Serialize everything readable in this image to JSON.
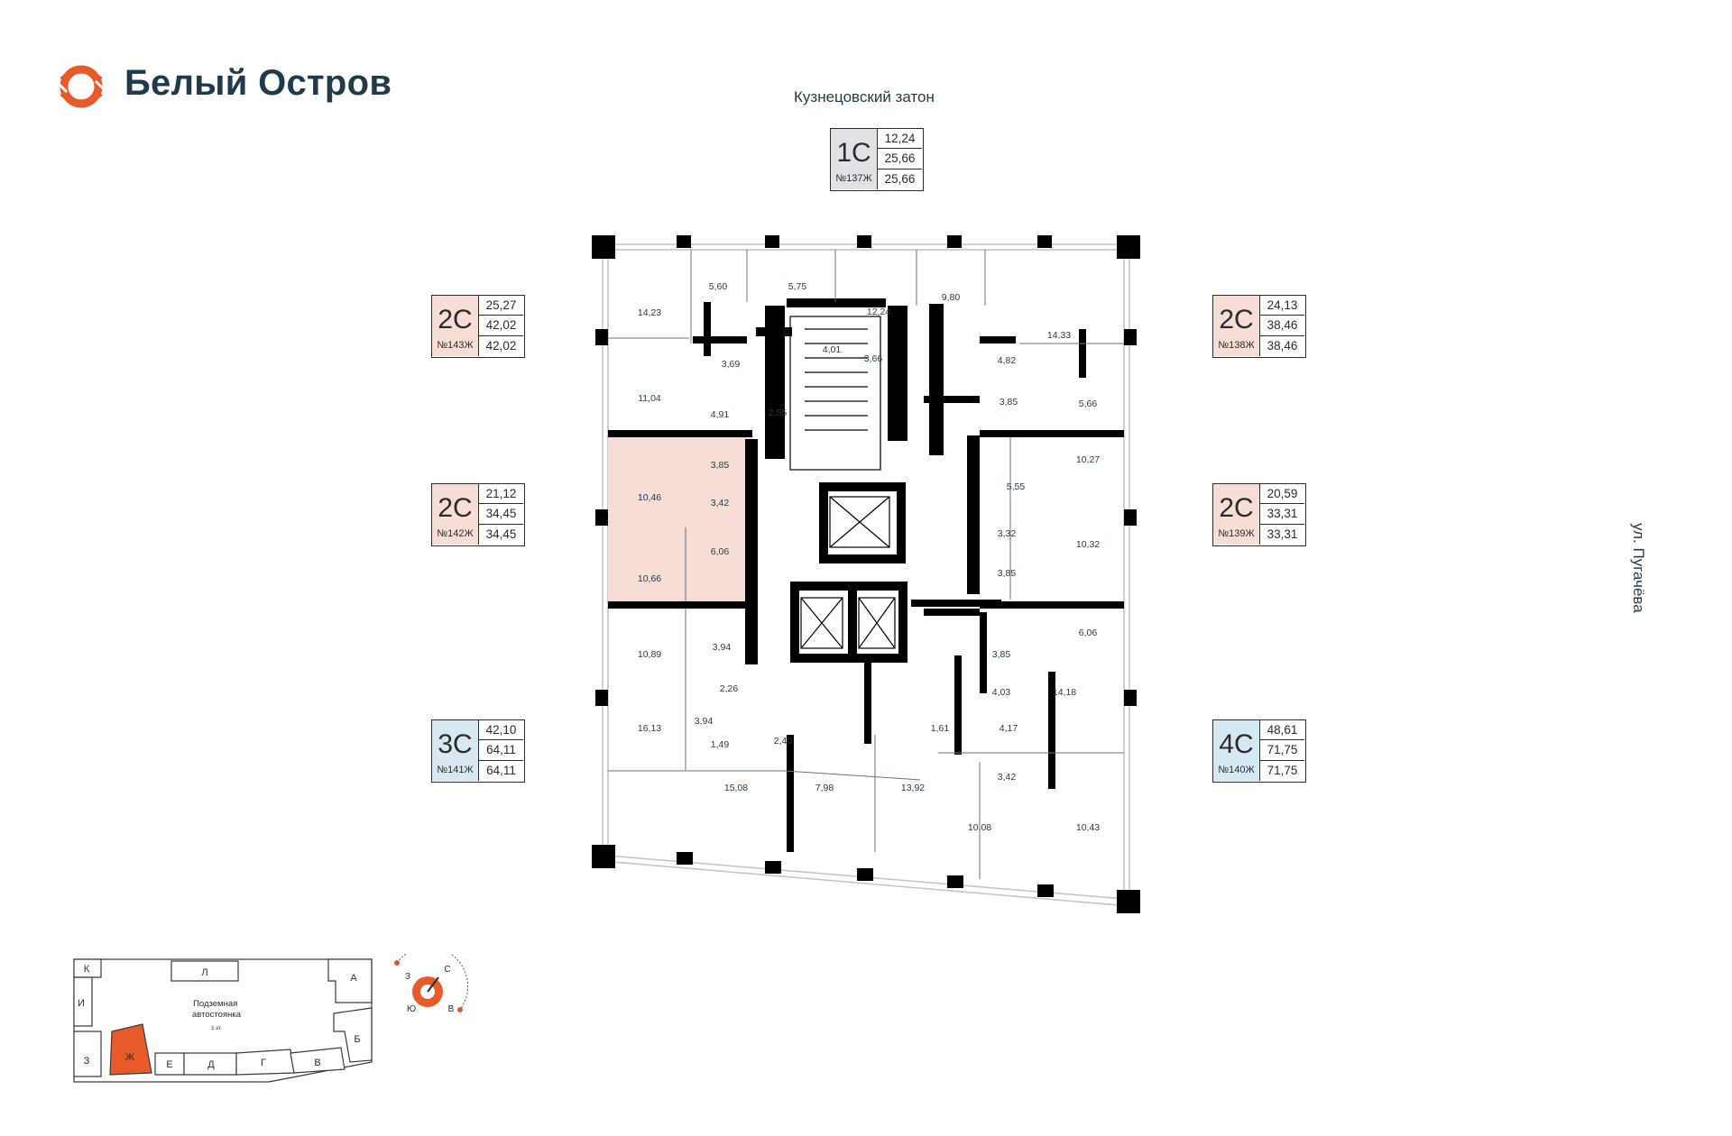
{
  "brand": {
    "name": "Белый Остров",
    "accent": "#e85a2a",
    "text_color": "#1f3a4a"
  },
  "streets": {
    "top": "Кузнецовский затон",
    "right": "ул. Пугачёва"
  },
  "apartments": [
    {
      "id": "1c",
      "type": "1С",
      "number": "№137Ж",
      "areas": [
        "12,24",
        "25,66",
        "25,66"
      ],
      "color": "#e0e2e5"
    },
    {
      "id": "143",
      "type": "2С",
      "number": "№143Ж",
      "areas": [
        "25,27",
        "42,02",
        "42,02"
      ],
      "color": "#f6ddd5"
    },
    {
      "id": "142",
      "type": "2С",
      "number": "№142Ж",
      "areas": [
        "21,12",
        "34,45",
        "34,45"
      ],
      "color": "#f6ddd5"
    },
    {
      "id": "141",
      "type": "3С",
      "number": "№141Ж",
      "areas": [
        "42,10",
        "64,11",
        "64,11"
      ],
      "color": "#d8e8f2"
    },
    {
      "id": "138",
      "type": "2С",
      "number": "№138Ж",
      "areas": [
        "24,13",
        "38,46",
        "38,46"
      ],
      "color": "#f6ddd5"
    },
    {
      "id": "139",
      "type": "2С",
      "number": "№139Ж",
      "areas": [
        "20,59",
        "33,31",
        "33,31"
      ],
      "color": "#f6ddd5"
    },
    {
      "id": "140",
      "type": "4С",
      "number": "№140Ж",
      "areas": [
        "48,61",
        "71,75",
        "71,75"
      ],
      "color": "#d5e9f5"
    }
  ],
  "rooms": {
    "r01": "14,23",
    "r02": "5,60",
    "r03": "5,75",
    "r04": "12,24",
    "r05": "9,80",
    "r06": "14,33",
    "r07": "3,69",
    "r08": "4,01",
    "r09": "3,66",
    "r10": "4,82",
    "r11": "11,04",
    "r12": "4,91",
    "r13": "2,55",
    "r14": "3,85",
    "r15": "5,66",
    "r16": "10,46",
    "r17": "3,85",
    "r18": "3,42",
    "r19": "10,27",
    "r20": "5,55",
    "r21": "6,06",
    "r22": "10,66",
    "r23": "3,32",
    "r24": "10,32",
    "r25": "3,85",
    "r26": "3,94",
    "r27": "10,89",
    "r28": "6,06",
    "r29": "3,85",
    "r30": "2,26",
    "r31": "4,03",
    "r32": "14,18",
    "r33": "3,94",
    "r34": "16,13",
    "r35": "1,49",
    "r36": "2,40",
    "r37": "1,61",
    "r38": "4,17",
    "r39": "15,08",
    "r40": "7,98",
    "r41": "13,92",
    "r42": "3,42",
    "r43": "10,08",
    "r44": "10,43"
  },
  "site_map": {
    "sections": [
      "К",
      "Л",
      "А",
      "И",
      "Б",
      "З",
      "Ж",
      "Е",
      "Д",
      "Г",
      "В"
    ],
    "parking_label": "Подземная\nавтостоянка",
    "parking_level": "1 эт.",
    "active_section": "Ж",
    "active_color": "#e85a2a"
  },
  "compass": {
    "north": "С",
    "south": "Ю",
    "west": "З",
    "east": "В"
  }
}
